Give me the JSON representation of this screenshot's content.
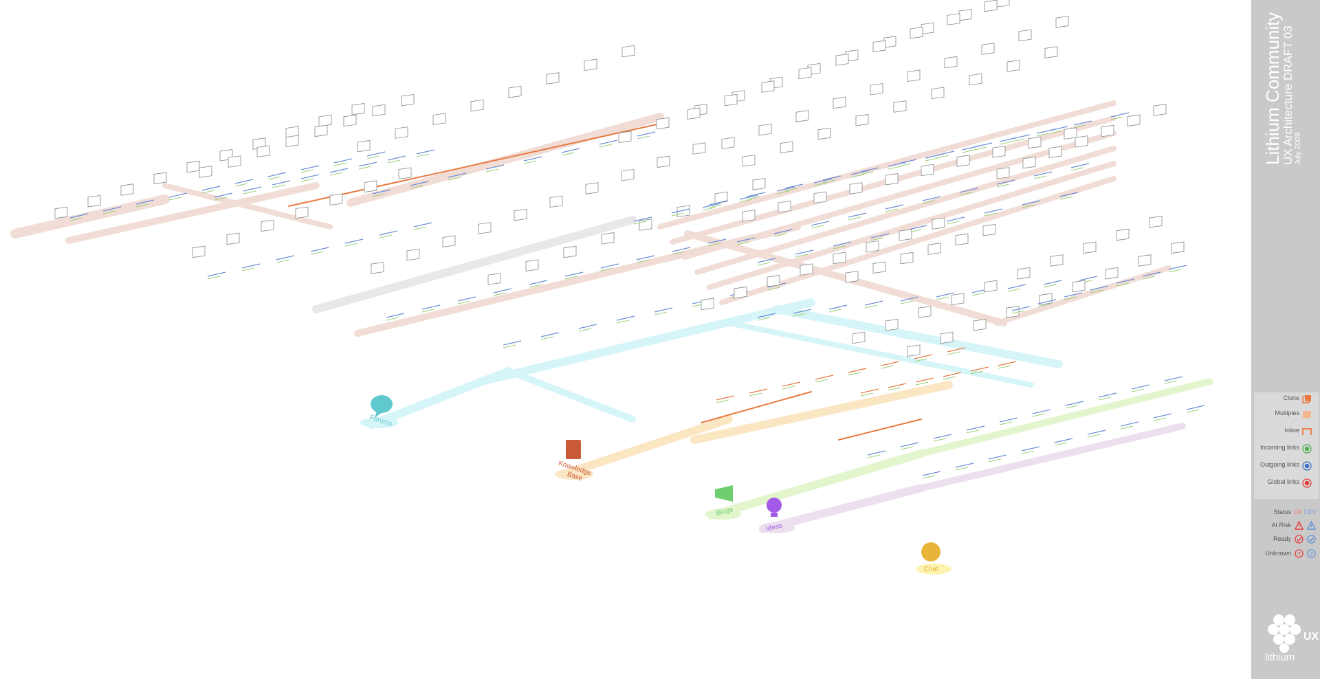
{
  "title": {
    "main": "Lithium Community",
    "sub": "UX Architecture DRAFT 03",
    "date": "July 2009"
  },
  "legend": {
    "items": [
      {
        "label": "Clone",
        "icon": "clone-icon",
        "color": "#e8793f"
      },
      {
        "label": "Multiples",
        "icon": "multiples-icon",
        "color": "#f4b68f"
      },
      {
        "label": "Inline",
        "icon": "inline-icon",
        "color": "#e8793f"
      },
      {
        "label": "Incoming links",
        "icon": "incoming-link-icon",
        "color": "#4caf50"
      },
      {
        "label": "Outgoing links",
        "icon": "outgoing-link-icon",
        "color": "#3b6fc4"
      },
      {
        "label": "Global links",
        "icon": "global-link-icon",
        "color": "#e53935"
      }
    ]
  },
  "status": {
    "header": "Status",
    "ux": "UX",
    "dev": "DEV",
    "rows": [
      {
        "label": "At Risk",
        "icon": "at-risk-icon"
      },
      {
        "label": "Ready",
        "icon": "ready-icon"
      },
      {
        "label": "Unknown",
        "icon": "unknown-icon"
      }
    ],
    "colors": {
      "ux": "#e53935",
      "dev": "#5c8fd6"
    }
  },
  "hubs": {
    "forums": {
      "label": "Forums",
      "color": "#5fc9cf"
    },
    "kb": {
      "label_line1": "Knowledge",
      "label_line2": "Base",
      "color": "#c85a3a"
    },
    "blogs": {
      "label": "Blogs",
      "color": "#6fcf6f"
    },
    "ideas": {
      "label": "Ideas",
      "color": "#a35ae6"
    },
    "chat": {
      "label": "Chat",
      "color": "#e8b43a"
    }
  },
  "branding": {
    "logo_text": "UX",
    "company": "lithium"
  },
  "colors": {
    "sidebar": "#c9c9c9",
    "legend_bg": "#dadada",
    "track_pink": "#f1dcd6",
    "track_gray": "#e8e8e8",
    "track_cyan": "#d6f5f8",
    "track_orange": "#fbe6c4",
    "track_green": "#e2f5cc",
    "track_purple": "#ece0ee",
    "accent_orange": "#e8793f"
  }
}
